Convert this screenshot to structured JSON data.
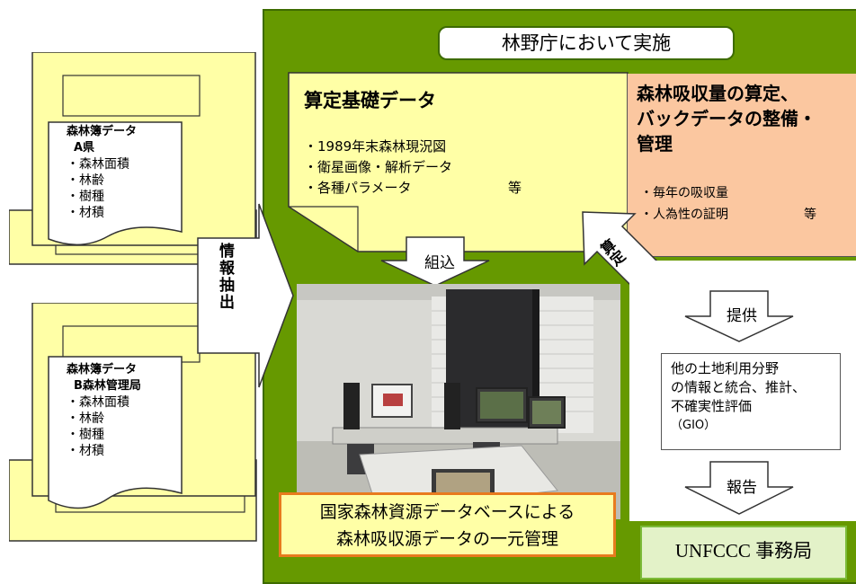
{
  "main_panel": {
    "title": "林野庁において実施"
  },
  "doc_a": {
    "title": "森林簿データ",
    "subtitle": "A県",
    "items": [
      "・森林面積",
      "・林齢",
      "・樹種",
      "・材積"
    ]
  },
  "doc_b": {
    "title": "森林簿データ",
    "subtitle": "B森林管理局",
    "items": [
      "・森林面積",
      "・林齢",
      "・樹種",
      "・材積"
    ]
  },
  "extract_arrow": {
    "label": "情報抽出"
  },
  "base_data": {
    "title": "算定基礎データ",
    "items": [
      "・1989年末森林現況図",
      "・衛星画像・解析データ",
      "・各種パラメータ"
    ],
    "etc": "等"
  },
  "incorporate_arrow": {
    "label": "組込"
  },
  "calc_arrow": {
    "label": "算定"
  },
  "estimation": {
    "title_lines": [
      "森林吸収量の算定、",
      "バックデータの整備・",
      "管理"
    ],
    "items": [
      "・毎年の吸収量",
      "・人為性の証明"
    ],
    "etc": "等"
  },
  "provide_arrow": {
    "label": "提供"
  },
  "integration": {
    "lines": [
      "他の土地利用分野",
      "の情報と統合、推計、",
      "不確実性評価",
      "（GIO）"
    ]
  },
  "report_arrow": {
    "label": "報告"
  },
  "database_caption": {
    "lines": [
      "国家森林資源データベースによる",
      "森林吸収源データの一元管理"
    ]
  },
  "unfccc": {
    "label": "UNFCCC 事務局"
  },
  "colors": {
    "panel_green": "#669900",
    "paper_yellow": "#ffffa6",
    "orange_box": "#fbc7a0",
    "caption_border": "#e87b1e"
  }
}
